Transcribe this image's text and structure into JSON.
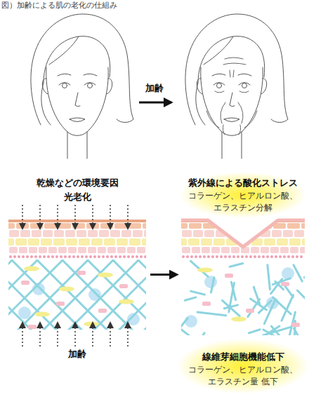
{
  "diagram": {
    "title": "図）加齢による肌の老化の仕組み",
    "nodes": [
      {
        "text": [
          "乾燥などの環境要因 光老化"
        ]
      },
      {
        "text": [
          "紫外線による酸化ストレス",
          "コラーゲン、ヒアルロン酸、 エラスチン分解"
        ]
      },
      {
        "text": [
          "線維芽細胞機能低下",
          "コラーゲン、ヒアルロン酸、 エラスチン量 低下"
        ]
      }
    ],
    "edges": [
      {
        "from": 0,
        "to": 1,
        "arrow": "to"
      }
    ],
    "labels": [
      "加齢",
      "加齢"
    ]
  }
}
